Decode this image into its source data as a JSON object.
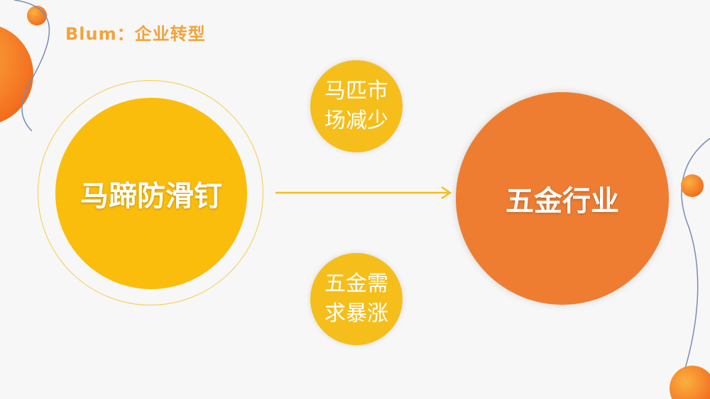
{
  "slide": {
    "title": "Blum：企业转型"
  },
  "diagram": {
    "source_node": "马蹄防滑钉",
    "target_node": "五金行业",
    "factor_top": "马匹市场减少",
    "factor_bottom": "五金需求暴涨"
  },
  "colors": {
    "title": "#f3a33a",
    "source_fill": "#fbbd0b",
    "target_fill": "#ee7d32",
    "factor_fill": "#f5be1a",
    "arrow": "#f5be1a",
    "deco_orange": "#f7941d"
  }
}
